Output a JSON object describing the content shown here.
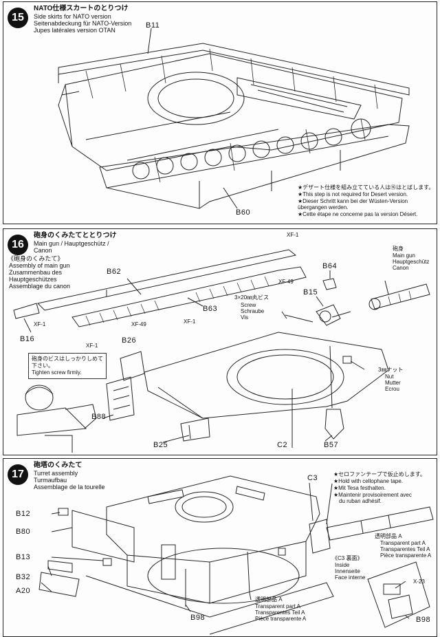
{
  "step15": {
    "number": "15",
    "title_jp": "NATO仕様スカートのとりつけ",
    "title_en": "Side skirts for NATO version",
    "title_de": "Seitenabdeckung für NATO-Version",
    "title_fr": "Jupes latérales version OTAN",
    "parts": [
      "B11",
      "B60"
    ],
    "note_jp": "★デザート仕様を組み立てている人は⑯はとばします。",
    "note_en": "★This step is not required for Desert version.",
    "note_de": "★Dieser Schritt kann bei der Wüsten-Version übergangen werden.",
    "note_fr": "★Cette étape ne concerne pas la version Désert."
  },
  "step16": {
    "number": "16",
    "title_jp": "砲身のくみたてととりつけ",
    "title_en": "Main gun / Hauptgeschütz /",
    "title_fr": "Canon",
    "sub_jp": "《砲身のくみたて》",
    "sub_en": "Assembly of main gun",
    "sub_de1": "Zusammenbau des",
    "sub_de2": "Hauptgeschützes",
    "sub_fr": "Assemblage du canon",
    "gun_jp": "砲身",
    "gun_en": "Main gun",
    "gun_de": "Hauptgeschütz",
    "gun_fr": "Canon",
    "screw_jp": "3×20㎜丸ビス",
    "screw_en": "Screw",
    "screw_de": "Schraube",
    "screw_fr": "Vis",
    "nut_jp": "3㎜ナット",
    "nut_en": "Nut",
    "nut_de": "Mutter",
    "nut_fr": "Ecrou",
    "tip_jp1": "砲身のビスはしっかりしめて",
    "tip_jp2": "下さい。",
    "tip_en": "Tighten screw firmly.",
    "parts": [
      "B62",
      "B63",
      "B64",
      "B15",
      "B16",
      "B26",
      "B88",
      "B25",
      "C2",
      "B57"
    ],
    "paints": [
      "XF-1",
      "XF-49",
      "XF-1",
      "XF-49",
      "XF-1",
      "XF-1"
    ]
  },
  "step17": {
    "number": "17",
    "title_jp": "砲塔のくみたて",
    "title_en": "Turret assembly",
    "title_de": "Turmaufbau",
    "title_fr": "Assemblage de la tourelle",
    "tape_jp": "★セロファンテープで仮止めします。",
    "tape_en": "★Hold with cellophane tape.",
    "tape_de": "★Mit Tesa festhalten.",
    "tape_fr1": "★Maintenir provisoirement avec",
    "tape_fr2": "du ruban adhésif.",
    "inside_jp": "《C3 裏面》",
    "inside_en": "Inside",
    "inside_de": "Innenseite",
    "inside_fr": "Face interne",
    "trans_jp": "透明部品 A",
    "trans_en": "Transparent part A",
    "trans_de": "Transparentes Teil A",
    "trans_fr": "Pièce transparente A",
    "trans2_jp": "透明部品 A",
    "trans2_en": "Transparent part A",
    "trans2_de": "Transparentes Teil A",
    "trans2_fr": "Pièce transparente A",
    "paint": "X-23",
    "parts": [
      "C3",
      "B12",
      "B80",
      "B13",
      "B32",
      "A20",
      "B98",
      "B98"
    ]
  }
}
